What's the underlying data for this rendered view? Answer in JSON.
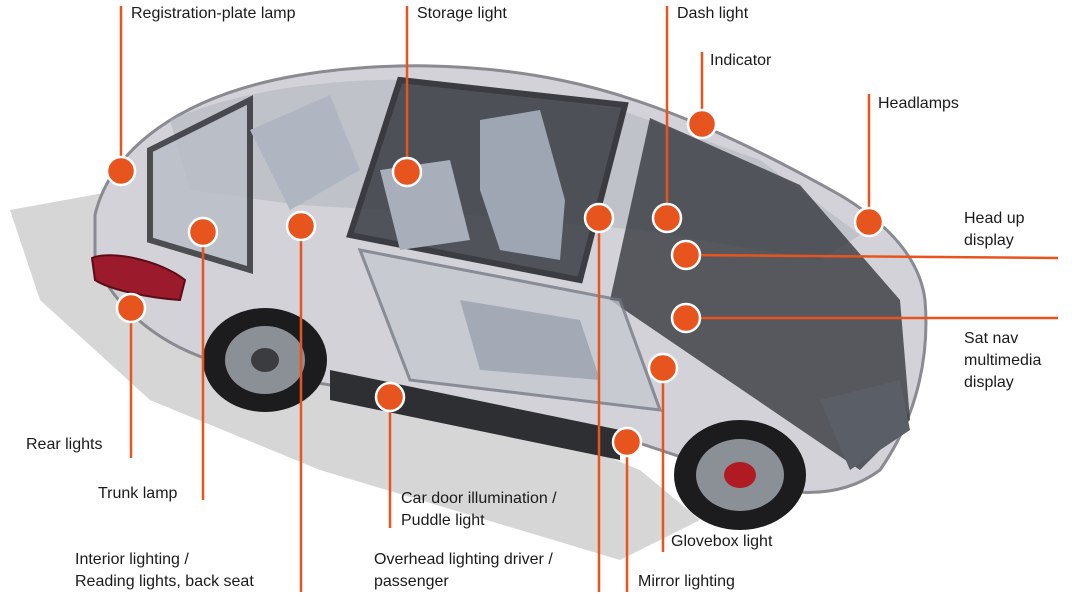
{
  "labels": {
    "registration_plate_lamp": "Registration-plate lamp",
    "storage_light": "Storage light",
    "dash_light": "Dash light",
    "indicator": "Indicator",
    "headlamps": "Headlamps",
    "head_up_display_l1": "Head up",
    "head_up_display_l2": "display",
    "sat_nav_l1": "Sat nav",
    "sat_nav_l2": "multimedia",
    "sat_nav_l3": "display",
    "rear_lights": "Rear lights",
    "trunk_lamp": "Trunk lamp",
    "car_door_l1": "Car door illumination /",
    "car_door_l2": "Puddle light",
    "glovebox_light": "Glovebox light",
    "interior_l1": "Interior lighting /",
    "interior_l2": "Reading lights, back seat",
    "overhead_l1": "Overhead lighting driver /",
    "overhead_l2": "passenger",
    "mirror_lighting": "Mirror lighting"
  },
  "colors": {
    "callout": "#e8541e",
    "marker": "#e8541e",
    "marker_border": "#ffffff",
    "text": "#1a1a1a",
    "car_body": "#c9c9cf",
    "glass": "#9aa3ad"
  }
}
